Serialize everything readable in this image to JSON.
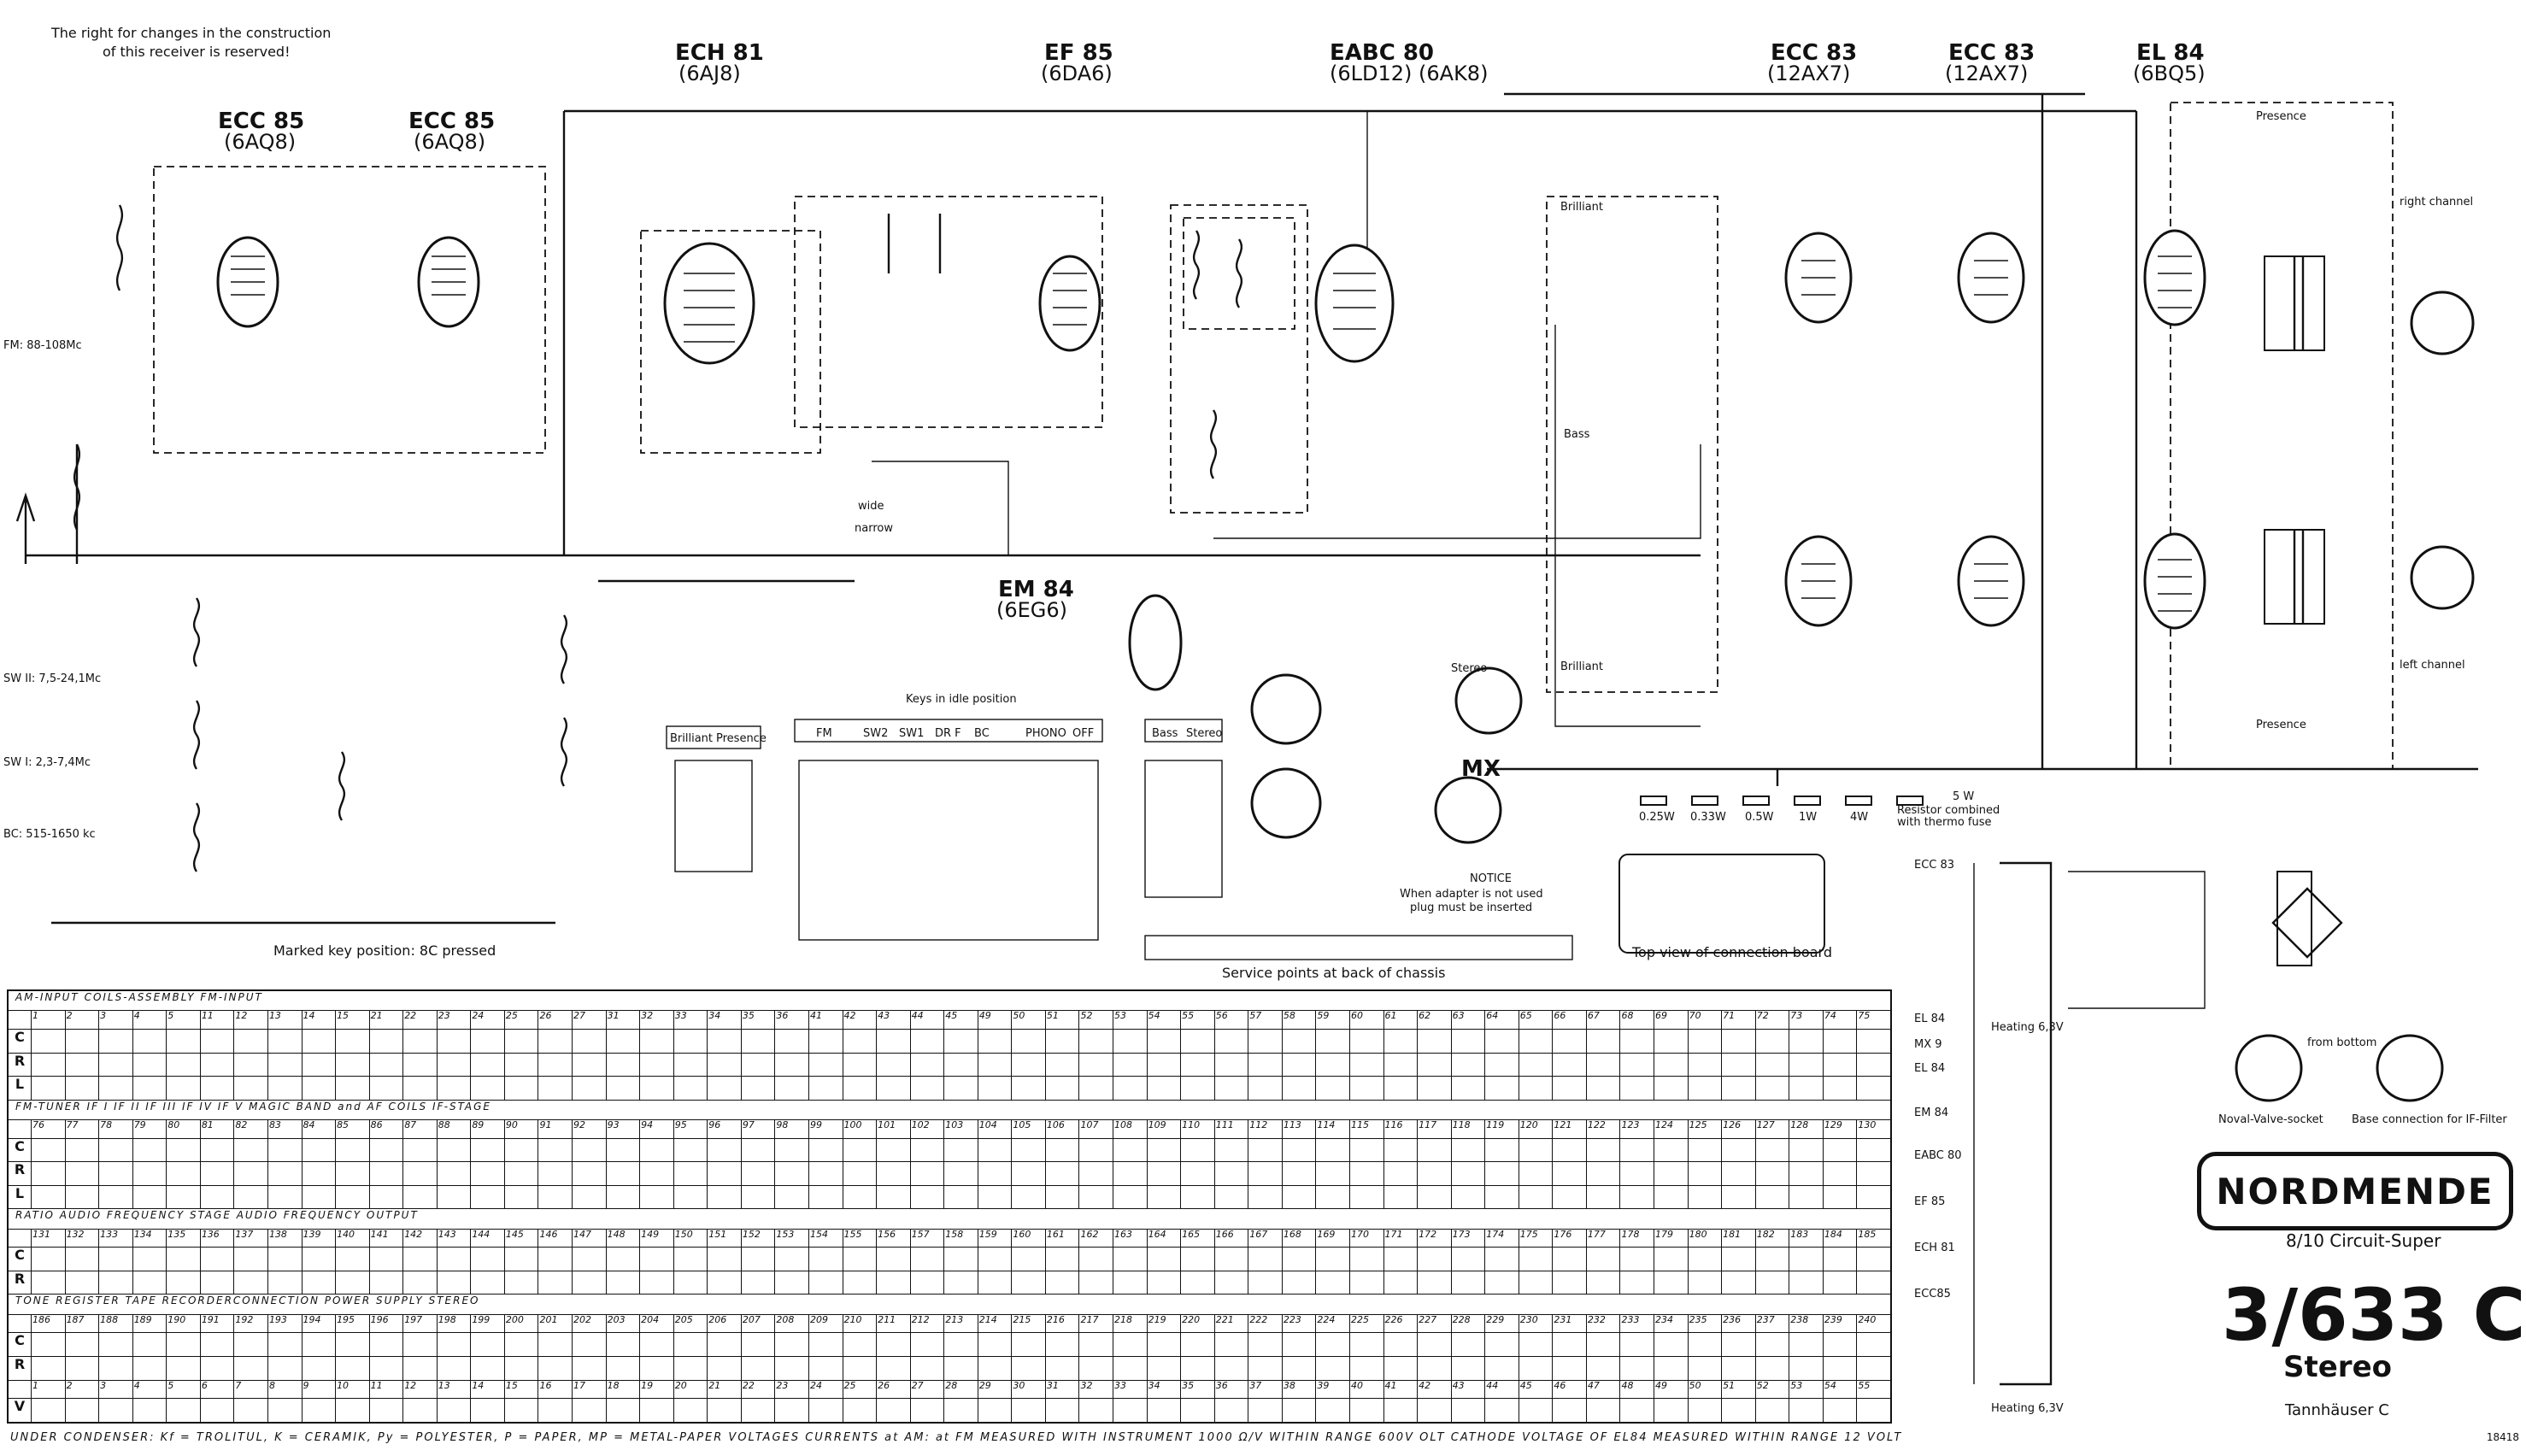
{
  "header_note": [
    "The right for changes in the construction",
    "of this receiver is reserved!"
  ],
  "tubes": [
    {
      "name": "ECC 85",
      "alt": "(6AQ8)"
    },
    {
      "name": "ECC 85",
      "alt": "(6AQ8)"
    },
    {
      "name": "ECH 81",
      "alt": "(6AJ8)"
    },
    {
      "name": "EF 85",
      "alt": "(6DA6)"
    },
    {
      "name": "EABC 80",
      "alt": "(6LD12) (6AK8)"
    },
    {
      "name": "ECC 83",
      "alt": "(12AX7)"
    },
    {
      "name": "ECC 83",
      "alt": "(12AX7)"
    },
    {
      "name": "EL 84",
      "alt": "(6BQ5)"
    },
    {
      "name": "EM 84",
      "alt": "(6EG6)"
    }
  ],
  "bands": [
    "FM: 88-108Mc",
    "SW II: 7,5-24,1Mc",
    "SW I: 2,3-7,4Mc",
    "BC: 515-1650 kc"
  ],
  "labels": {
    "keys_idle": "Keys in idle position",
    "key_tags": [
      "FM",
      "SW2",
      "SW1",
      "DR F",
      "BC",
      "PHONO",
      "OFF"
    ],
    "tone_tags": [
      "Bass",
      "Stereo"
    ],
    "presence_tags": [
      "Brilliant",
      "Presence"
    ],
    "marked_key": "Marked key position: 8C pressed",
    "service_points": "Service points at back of chassis",
    "conn_board": "Top view of connection board",
    "notice": "NOTICE",
    "notice_text": [
      "When adapter is not used",
      "plug must be inserted"
    ],
    "resistor_note": [
      "Resistor combined",
      "with thermo fuse"
    ],
    "noval": "Noval-Valve-socket",
    "if_base": "Base connection for IF-Filter",
    "from_bottom": "from bottom",
    "heating": "Heating 6,3V",
    "right_ch": "right channel",
    "left_ch": "left channel",
    "stereo": "Stereo",
    "brilliant": "Brilliant",
    "presence": "Presence",
    "bass": "Bass",
    "wide": "wide",
    "narrow": "narrow",
    "mx": "MX",
    "watts": [
      "0.25W",
      "0.33W",
      "0.5W",
      "1W",
      "4W",
      "5 W"
    ]
  },
  "table": {
    "sections": [
      "AM-INPUT",
      "COILS-ASSEMBLY",
      "FM-INPUT",
      "FM-TUNER",
      "FM-TUNER",
      "IF I",
      "IF II",
      "IF III",
      "IF IV",
      "IF V",
      "MAGIC BAND and AF COILS",
      "IF-STAGE",
      "RATIO",
      "AUDIO FREQUENCY STAGE",
      "AUDIO FREQUENCY OUTPUT",
      "TONE REGISTER",
      "TAPE RECORDERCONNECTION",
      "POWER SUPPLY",
      "STEREO"
    ],
    "row1_nums": [
      "1",
      "2",
      "3",
      "4",
      "5",
      "11",
      "12",
      "13",
      "14",
      "15",
      "21",
      "22",
      "23",
      "24",
      "25",
      "26",
      "27",
      "31",
      "32",
      "33",
      "34",
      "35",
      "36",
      "41",
      "42",
      "43",
      "44",
      "45",
      "49",
      "50",
      "51",
      "52",
      "53",
      "54",
      "55",
      "56",
      "57",
      "58",
      "59",
      "60",
      "61",
      "62",
      "63",
      "64",
      "65",
      "66",
      "67",
      "68",
      "69",
      "70",
      "71",
      "72",
      "73",
      "74",
      "75"
    ],
    "row2_nums": [
      "76",
      "77",
      "78",
      "79",
      "80",
      "81",
      "82",
      "83",
      "84",
      "85",
      "86",
      "87",
      "88",
      "89",
      "90",
      "91",
      "92",
      "93",
      "94",
      "95",
      "96",
      "97",
      "98",
      "99",
      "100",
      "101",
      "102",
      "103",
      "104",
      "105",
      "106",
      "107",
      "108",
      "109",
      "110",
      "111",
      "112",
      "113",
      "114",
      "115",
      "116",
      "117",
      "118",
      "119",
      "120",
      "121",
      "122",
      "123",
      "124",
      "125",
      "126",
      "127",
      "128",
      "129",
      "130"
    ],
    "row3_nums": [
      "131",
      "132",
      "133",
      "134",
      "135",
      "136",
      "137",
      "138",
      "139",
      "140",
      "141",
      "142",
      "143",
      "144",
      "145",
      "146",
      "147",
      "148",
      "149",
      "150",
      "151",
      "152",
      "153",
      "154",
      "155",
      "156",
      "157",
      "158",
      "159",
      "160",
      "161",
      "162",
      "163",
      "164",
      "165",
      "166",
      "167",
      "168",
      "169",
      "170",
      "171",
      "172",
      "173",
      "174",
      "175",
      "176",
      "177",
      "178",
      "179",
      "180",
      "181",
      "182",
      "183",
      "184",
      "185"
    ],
    "row4_nums": [
      "186",
      "187",
      "188",
      "189",
      "190",
      "191",
      "192",
      "193",
      "194",
      "195",
      "196",
      "197",
      "198",
      "199",
      "200",
      "201",
      "202",
      "203",
      "204",
      "205",
      "206",
      "207",
      "208",
      "209",
      "210",
      "211",
      "212",
      "213",
      "214",
      "215",
      "216",
      "217",
      "218",
      "219",
      "220",
      "221",
      "222",
      "223",
      "224",
      "225",
      "226",
      "227",
      "228",
      "229",
      "230",
      "231",
      "232",
      "233",
      "234",
      "235",
      "236",
      "237",
      "238",
      "239",
      "240"
    ],
    "row5_nums": [
      "1",
      "2",
      "3",
      "4",
      "5",
      "6",
      "7",
      "8",
      "9",
      "10",
      "11",
      "12",
      "13",
      "14",
      "15",
      "16",
      "17",
      "18",
      "19",
      "20",
      "21",
      "22",
      "23",
      "24",
      "25",
      "26",
      "27",
      "28",
      "29",
      "30",
      "31",
      "32",
      "33",
      "34",
      "35",
      "36",
      "37",
      "38",
      "39",
      "40",
      "41",
      "42",
      "43",
      "44",
      "45",
      "46",
      "47",
      "48",
      "49",
      "50",
      "51",
      "52",
      "53",
      "54",
      "55"
    ],
    "row_letters": [
      "C",
      "R",
      "L",
      "V"
    ]
  },
  "footer": "UNDER CONDENSER: Kf = TROLITUL, K = CERAMIK, Py = POLYESTER, P = PAPER, MP = METAL-PAPER   VOLTAGES CURRENTS at AM: at FM   MEASURED WITH INSTRUMENT 1000 Ω/V WITHIN RANGE 600V OLT   CATHODE VOLTAGE OF EL84 MEASURED WITHIN RANGE 12 VOLT",
  "footer_code": "18418",
  "brand": "NORDMENDE",
  "circuit": "8/10 Circuit-Super",
  "model": "3/633 C",
  "model_sub": "Stereo",
  "plant": "Tannhäuser C",
  "power_tubes": [
    "ECC 83",
    "EL 84",
    "MX 9",
    "EL 84",
    "EM 84",
    "EABC 80",
    "EF 85",
    "ECH 81",
    "ECC85"
  ]
}
